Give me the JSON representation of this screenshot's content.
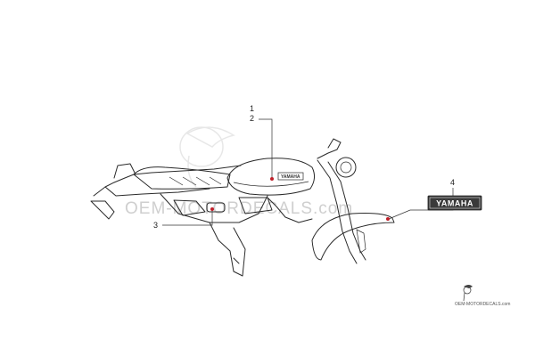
{
  "callouts": {
    "c1": "1",
    "c2": "2",
    "c3": "3",
    "c4": "4"
  },
  "decal": {
    "text": "YAMAHA",
    "background": "#3a3a3a",
    "text_color": "#ffffff"
  },
  "tank_emblem": "YAMAHA",
  "watermark": {
    "main": "OEM-MOTORDECALS.com",
    "corner": "OEM-MOTORDECALS.com"
  },
  "colors": {
    "line": "#2a2a2a",
    "marker": "#c0202a",
    "watermark": "#cfcfcf"
  }
}
